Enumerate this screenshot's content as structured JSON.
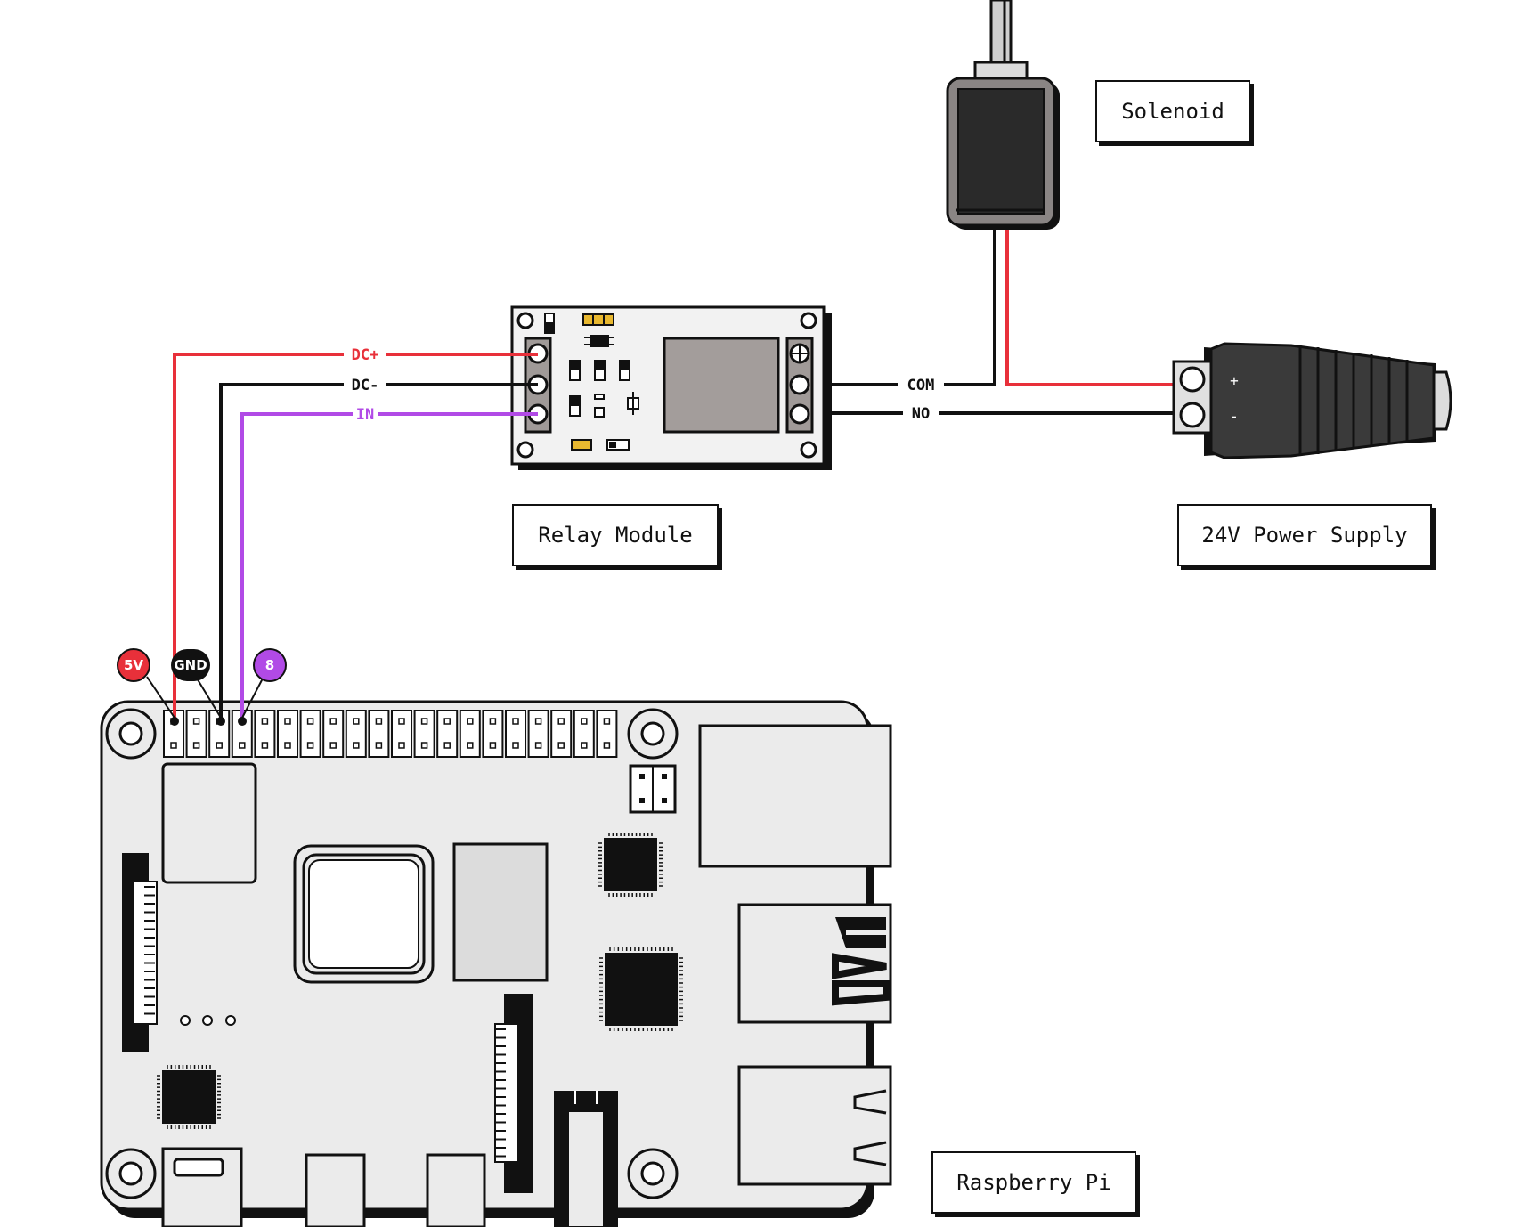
{
  "components": {
    "solenoid": "Solenoid",
    "relay": "Relay Module",
    "power": "24V Power Supply",
    "pi": "Raspberry Pi"
  },
  "wires": {
    "dc_plus": "DC+",
    "dc_minus": "DC-",
    "in": "IN",
    "com": "COM",
    "no": "NO"
  },
  "pins": {
    "five_v": "5V",
    "gnd": "GND",
    "eight": "8"
  },
  "jack_polarity": {
    "plus": "+",
    "minus": "-"
  },
  "colors": {
    "power_red": "#e8303a",
    "ground_black": "#111111",
    "signal_purple": "#b14ae6",
    "board_gray": "#ebebeb",
    "relay_white": "#f2f2f2"
  }
}
